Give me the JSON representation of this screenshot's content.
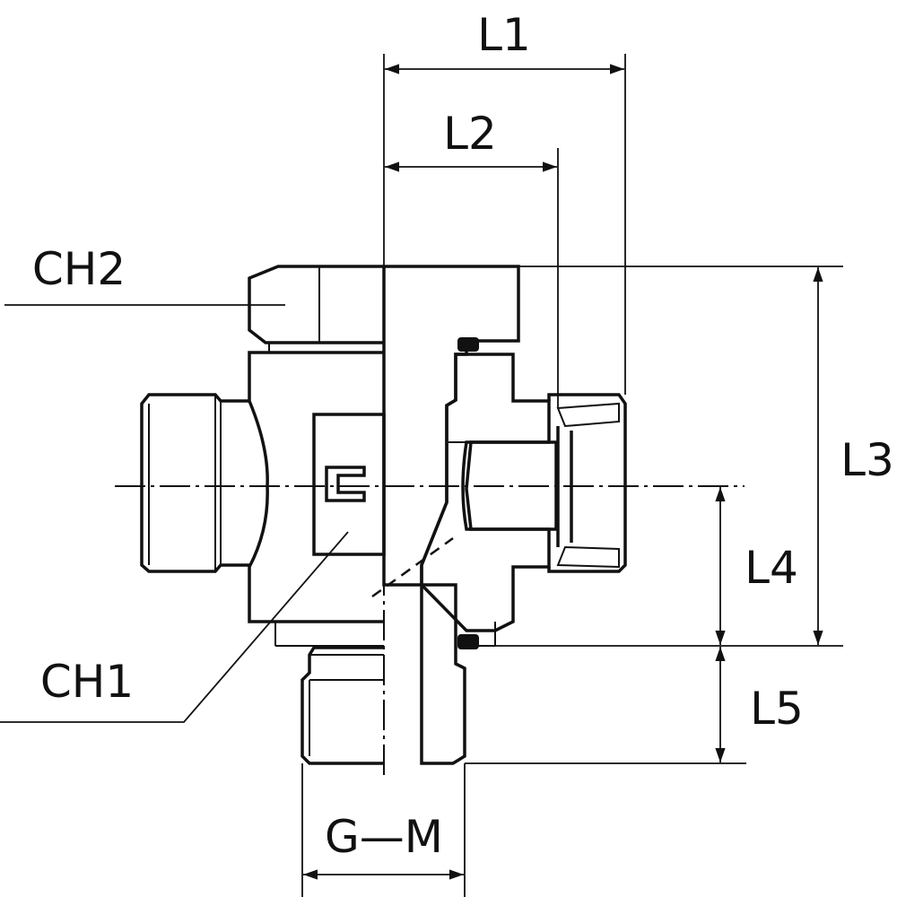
{
  "labels": {
    "l1": "L1",
    "l2": "L2",
    "l3": "L3",
    "l4": "L4",
    "l5": "L5",
    "ch1": "CH1",
    "ch2": "CH2",
    "gm": "G—M"
  }
}
